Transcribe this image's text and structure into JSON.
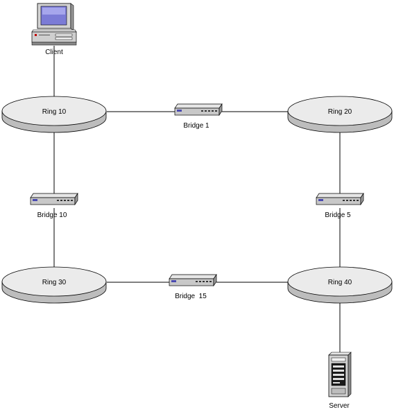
{
  "diagram": {
    "client": {
      "label": "Client"
    },
    "server": {
      "label": "Server"
    },
    "rings": [
      {
        "id": "ring-10",
        "label": "Ring 10"
      },
      {
        "id": "ring-20",
        "label": "Ring 20"
      },
      {
        "id": "ring-30",
        "label": "Ring 30"
      },
      {
        "id": "ring-40",
        "label": "Ring 40"
      }
    ],
    "bridges": [
      {
        "id": "bridge-1",
        "label": "Bridge 1"
      },
      {
        "id": "bridge-10",
        "label": "Bridge 10"
      },
      {
        "id": "bridge-5",
        "label": "Bridge 5"
      },
      {
        "id": "bridge-15",
        "label": "Bridge  15"
      }
    ],
    "connections": [
      [
        "client",
        "ring-10"
      ],
      [
        "ring-10",
        "bridge-1"
      ],
      [
        "bridge-1",
        "ring-20"
      ],
      [
        "ring-10",
        "bridge-10"
      ],
      [
        "bridge-10",
        "ring-30"
      ],
      [
        "ring-20",
        "bridge-5"
      ],
      [
        "bridge-5",
        "ring-40"
      ],
      [
        "ring-30",
        "bridge-15"
      ],
      [
        "bridge-15",
        "ring-40"
      ],
      [
        "ring-40",
        "server"
      ]
    ],
    "colors": {
      "ring_top": "#ebebeb",
      "ring_side": "#bdbdbd",
      "bridge_top": "#e6e6e6",
      "bridge_front": "#c8c8c8",
      "bridge_side": "#9a9a9a",
      "monitor_screen": "#7b7bd6",
      "line": "#000000"
    }
  }
}
